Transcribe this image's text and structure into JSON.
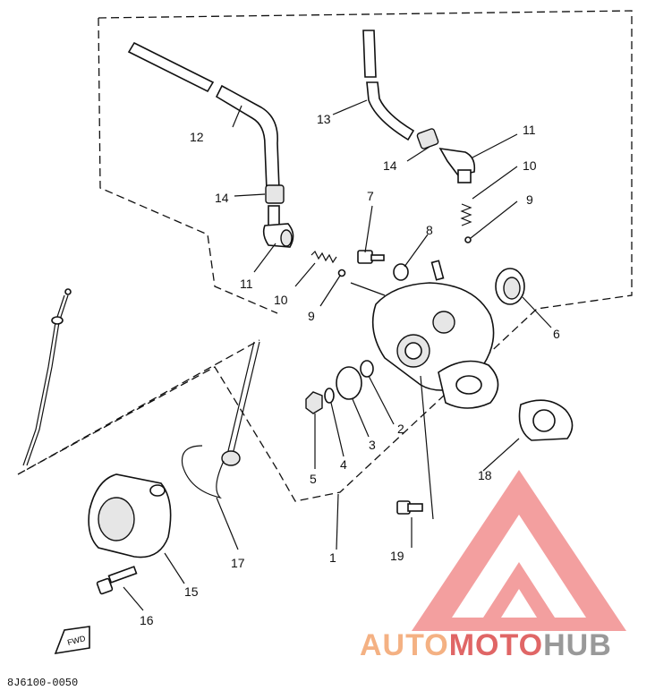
{
  "callouts": {
    "p1": "1",
    "p2": "2",
    "p3": "3",
    "p4": "4",
    "p5": "5",
    "p6": "6",
    "p7": "7",
    "p8": "8",
    "p9a": "9",
    "p9b": "9",
    "p10a": "10",
    "p10b": "10",
    "p11a": "11",
    "p11b": "11",
    "p12": "12",
    "p13": "13",
    "p14a": "14",
    "p14b": "14",
    "p15": "15",
    "p16": "16",
    "p17": "17",
    "p18": "18",
    "p19": "19"
  },
  "fwd_label": "FWD",
  "diagram_code": "8J6100-0050",
  "watermark": {
    "part1": "AUTO",
    "part2": "MOTO",
    "part3": "HUB",
    "color1": "#f4b183",
    "color2": "#e06666",
    "color3": "#999999",
    "logo_color": "#f08080"
  }
}
